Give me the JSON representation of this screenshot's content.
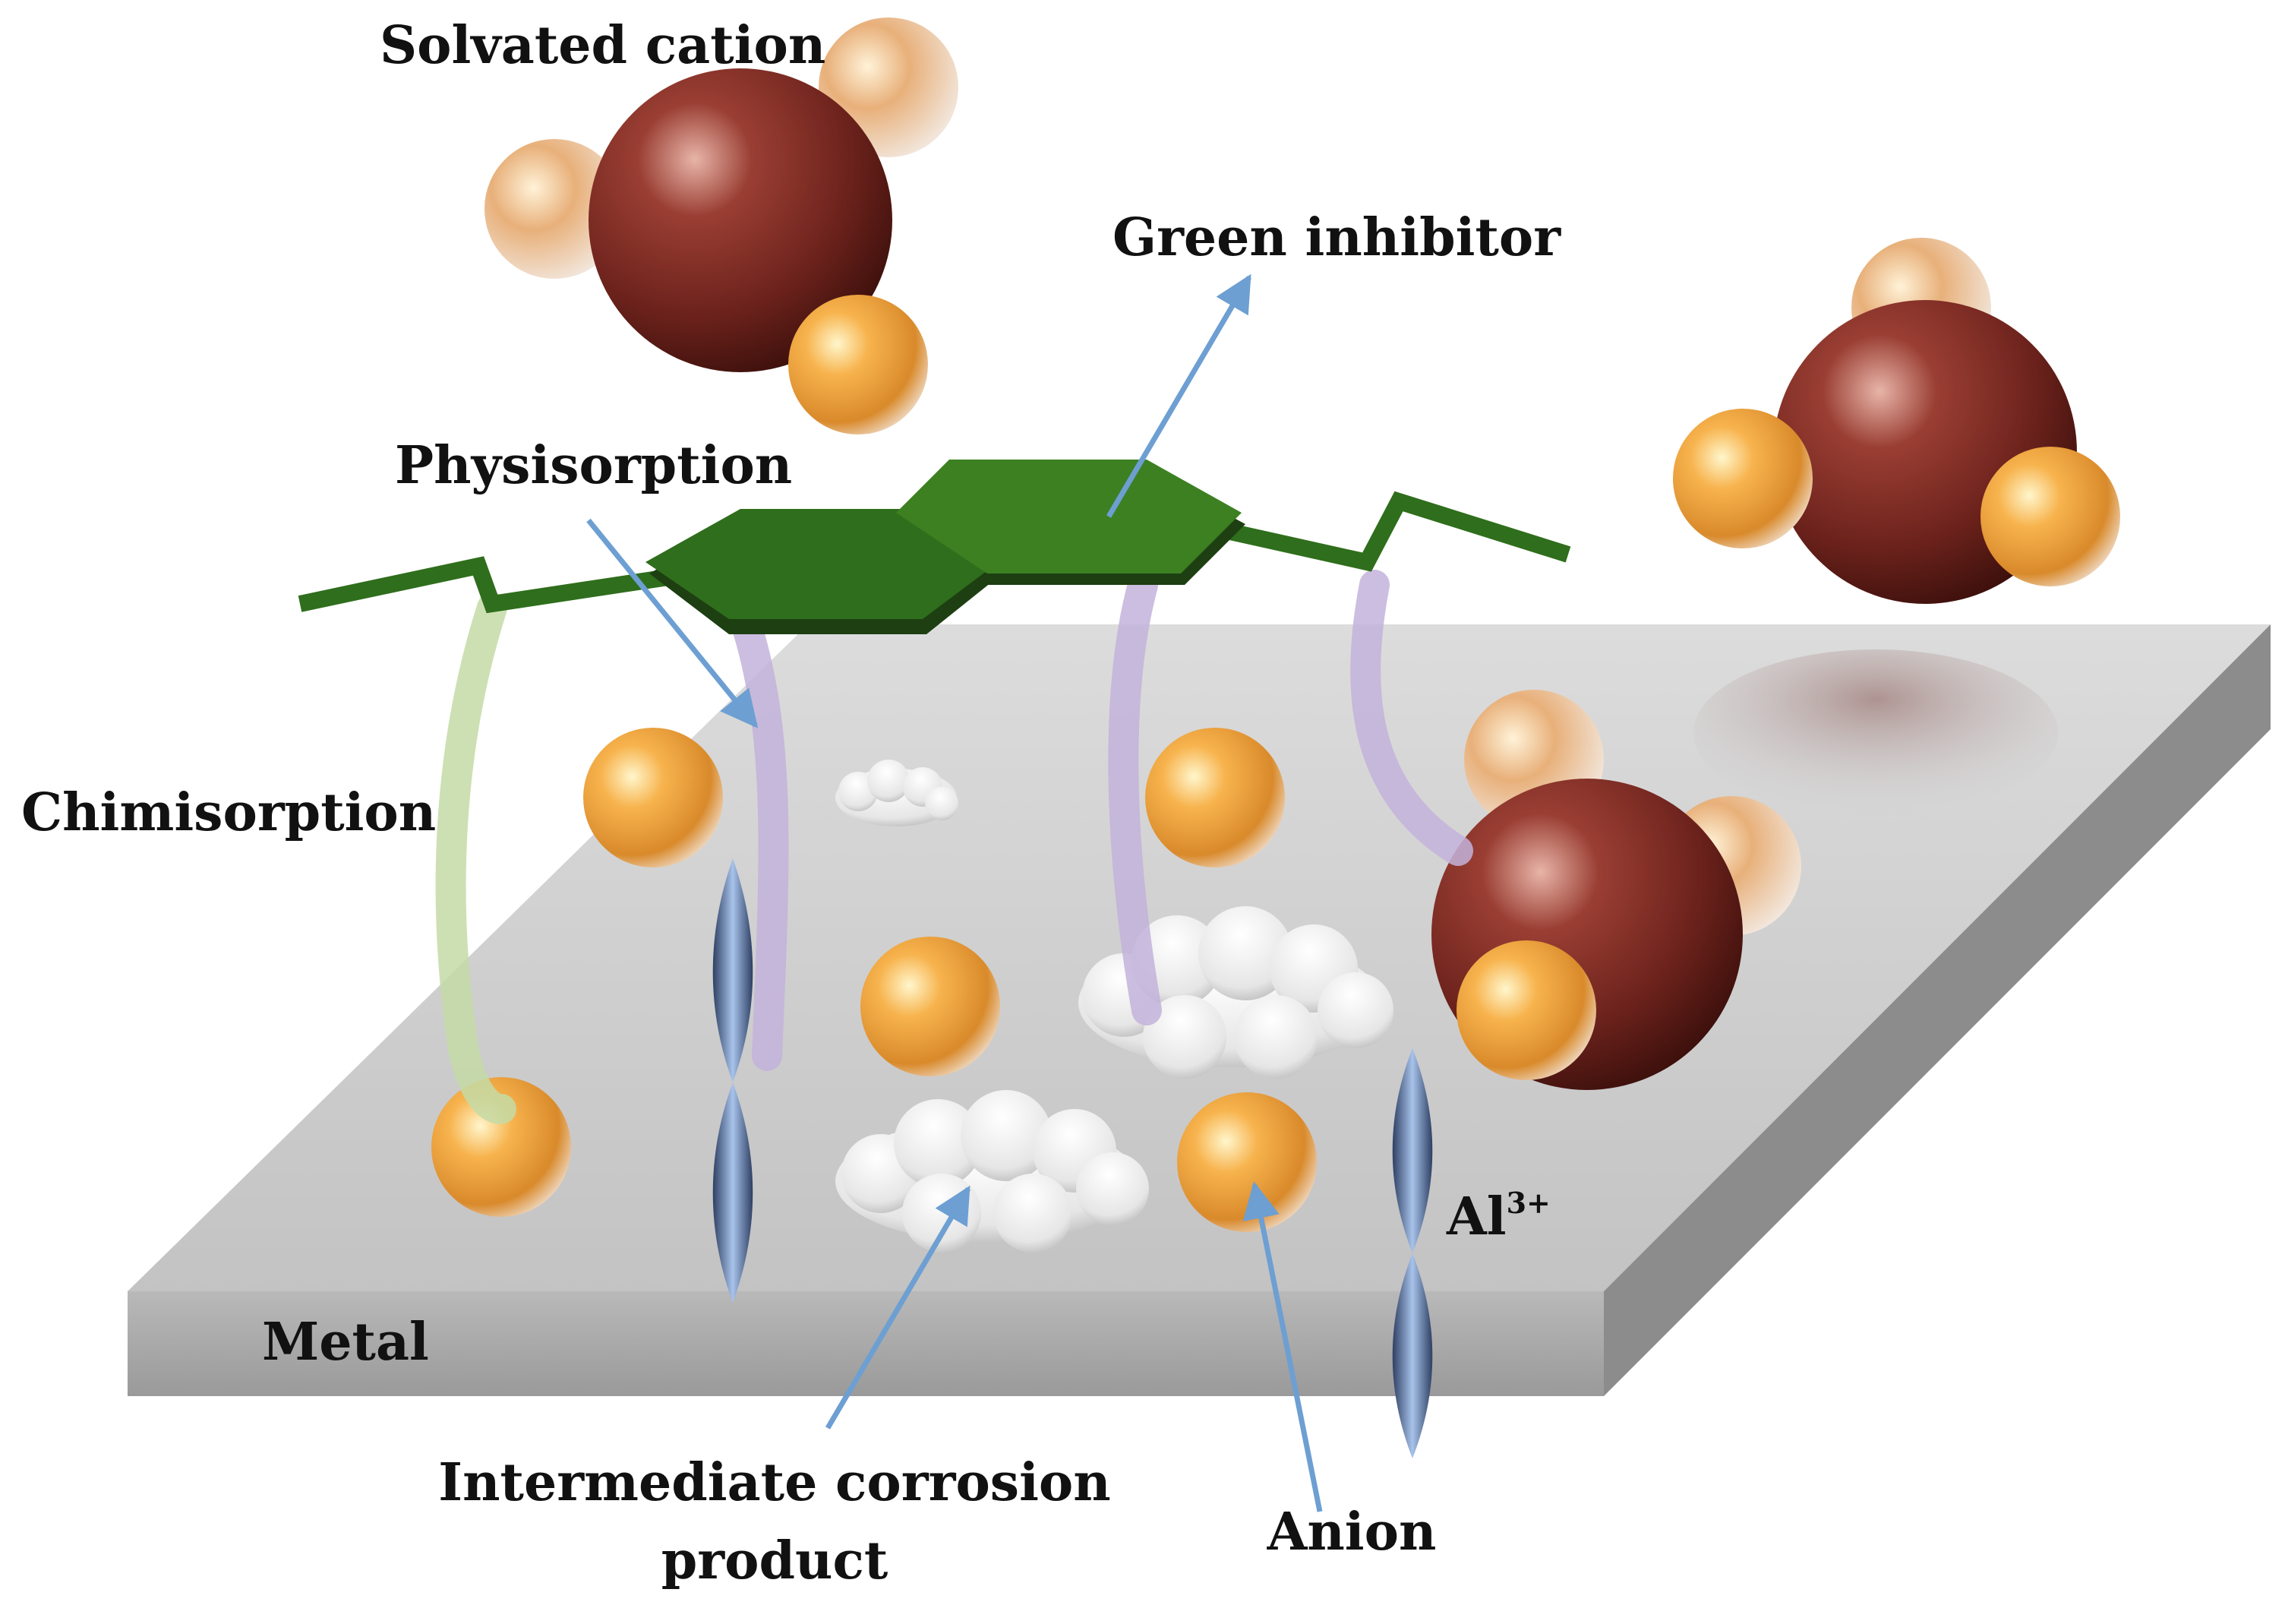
{
  "labels": {
    "solvated_cation": "Solvated cation",
    "green_inhibitor": "Green inhibitor",
    "physisorption": "Physisorption",
    "chimisorption": "Chimisorption",
    "metal": "Metal",
    "al_ion": "Al",
    "al_charge": "3+",
    "intermediate_line1": "Intermediate corrosion",
    "intermediate_line2": "product",
    "anion": "Anion"
  },
  "colors": {
    "metal_top": "#cfcfcf",
    "metal_front": "#a9a9a9",
    "metal_side": "#8e8e8e",
    "cation": "#7a2a22",
    "anion": "#f0a040",
    "inhibitor": "#2f6e1c",
    "arrow": "#6d9fd2",
    "chimisorption_bond": "#c4dba6",
    "physisorption_bond": "#c3b3da",
    "al_lobe": "#6c8fc2"
  },
  "icons": {
    "cation": "solvated-cation-sphere-icon",
    "anion": "anion-sphere-icon",
    "al_ion": "al-ion-lobe-icon",
    "product": "corrosion-product-cloud-icon"
  }
}
